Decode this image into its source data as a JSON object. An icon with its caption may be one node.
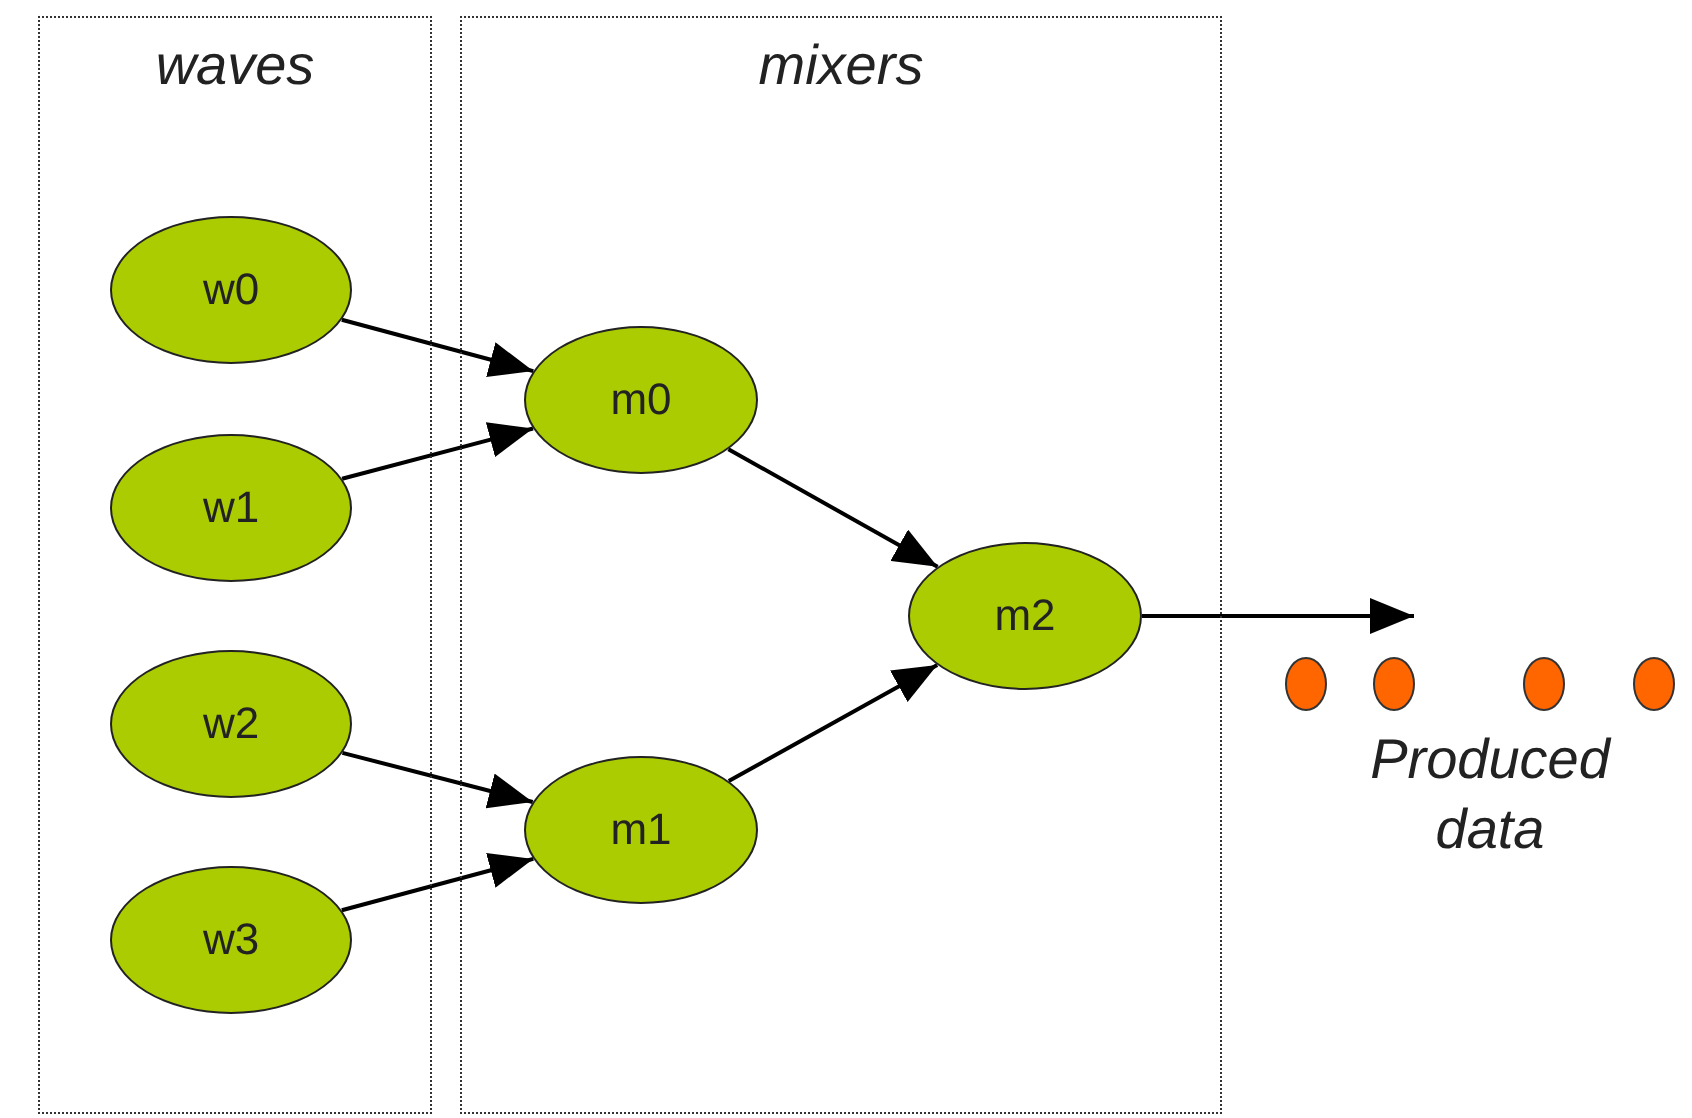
{
  "diagram": {
    "nodes": [
      {
        "text": [
          "waves"
        ]
      },
      {
        "text": [
          "mixers"
        ]
      },
      {
        "text": [
          "w0"
        ],
        "in": 0
      },
      {
        "text": [
          "w1"
        ],
        "in": 0
      },
      {
        "text": [
          "w2"
        ],
        "in": 0
      },
      {
        "text": [
          "w3"
        ],
        "in": 0
      },
      {
        "text": [
          "m0"
        ],
        "in": 1
      },
      {
        "text": [
          "m1"
        ],
        "in": 1
      },
      {
        "text": [
          "m2"
        ],
        "in": 1
      }
    ],
    "edges": [
      {
        "from": 2,
        "to": 6,
        "arrow": "to"
      },
      {
        "from": 3,
        "to": 6,
        "arrow": "to"
      },
      {
        "from": 4,
        "to": 7,
        "arrow": "to"
      },
      {
        "from": 5,
        "to": 7,
        "arrow": "to"
      },
      {
        "from": 6,
        "to": 8,
        "arrow": "to"
      },
      {
        "from": 7,
        "to": 8,
        "arrow": "to"
      },
      {
        "from": 8,
        "to": null,
        "arrow": "to"
      }
    ],
    "labels": [
      "Produced data"
    ]
  }
}
